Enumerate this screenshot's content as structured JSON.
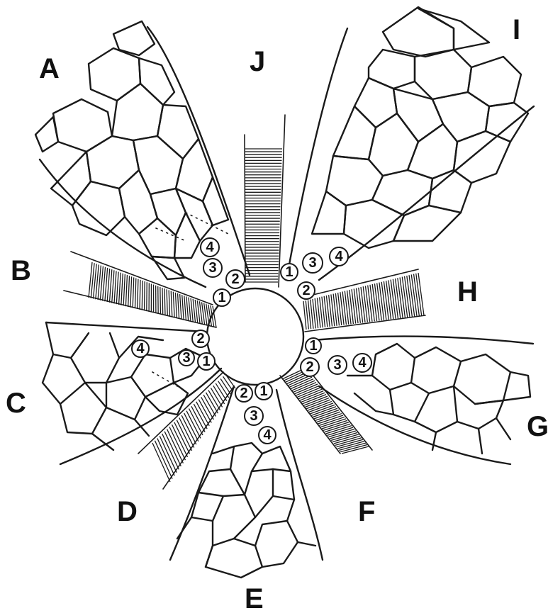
{
  "diagram": {
    "segments": [
      {
        "id": "A",
        "label": "A",
        "kind": "plated-arm"
      },
      {
        "id": "B",
        "label": "B",
        "kind": "hatched-band"
      },
      {
        "id": "C",
        "label": "C",
        "kind": "plated-arm"
      },
      {
        "id": "D",
        "label": "D",
        "kind": "hatched-band"
      },
      {
        "id": "E",
        "label": "E",
        "kind": "plated-arm"
      },
      {
        "id": "F",
        "label": "F",
        "kind": "hatched-band"
      },
      {
        "id": "G",
        "label": "G",
        "kind": "plated-arm"
      },
      {
        "id": "H",
        "label": "H",
        "kind": "hatched-band"
      },
      {
        "id": "I",
        "label": "I",
        "kind": "plated-arm"
      },
      {
        "id": "J",
        "label": "J",
        "kind": "hatched-band"
      }
    ],
    "plate_numbers": {
      "A": [
        "4",
        "3",
        "2",
        "1"
      ],
      "C": [
        "2",
        "3",
        "1",
        "4"
      ],
      "E": [
        "2",
        "1",
        "3",
        "4"
      ],
      "G": [
        "1",
        "2",
        "3",
        "4"
      ],
      "I": [
        "1",
        "3",
        "4",
        "2"
      ]
    },
    "colors": {
      "ink": "#1a1a1a",
      "paper": "#ffffff"
    }
  }
}
